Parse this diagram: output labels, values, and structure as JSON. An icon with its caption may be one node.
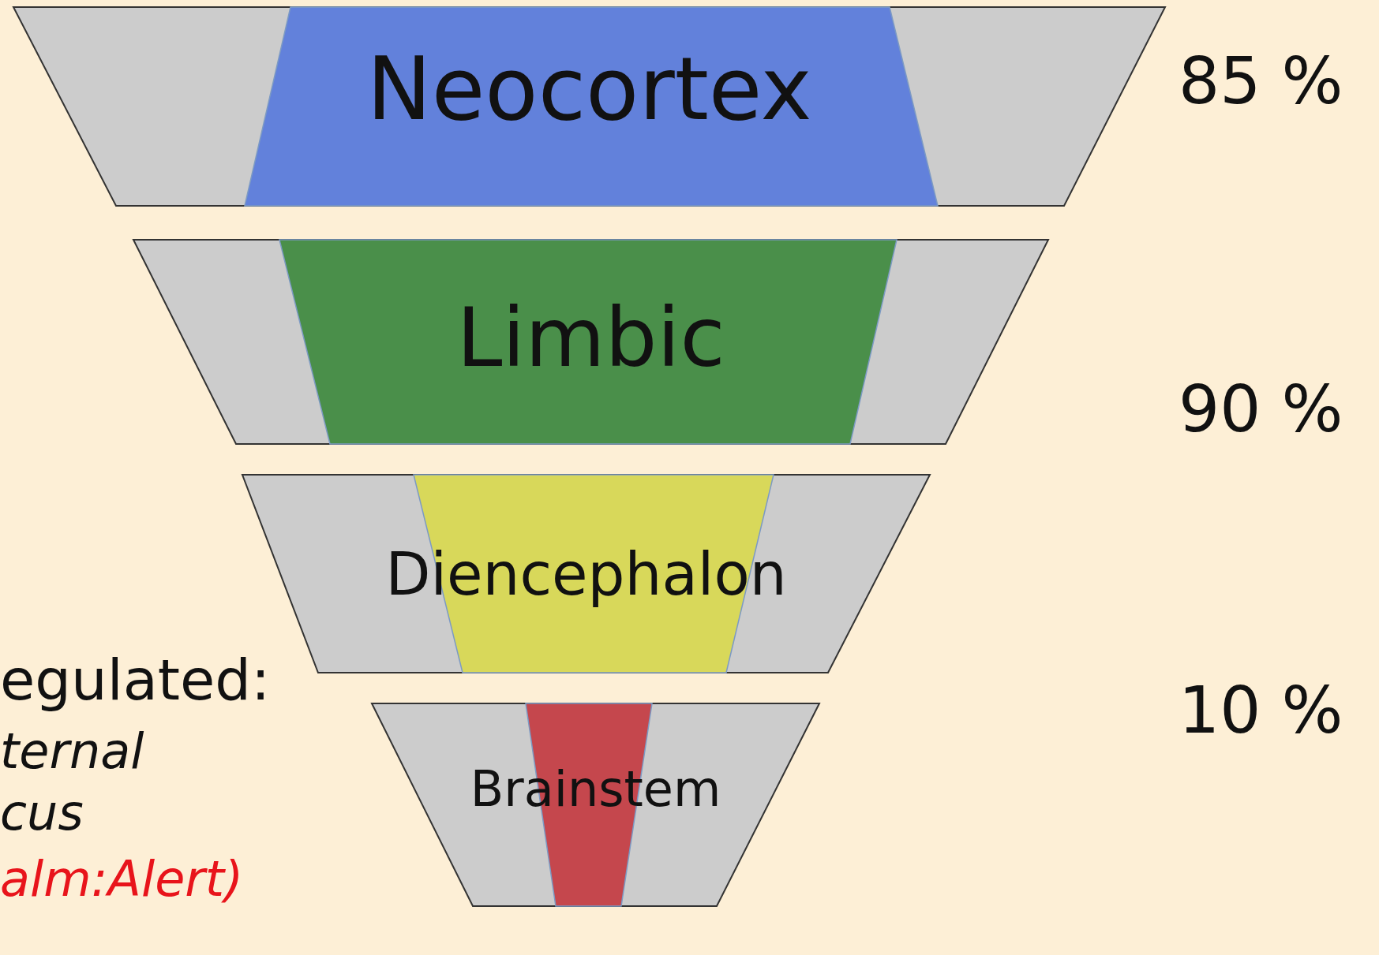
{
  "diagram": {
    "nodes": [
      {
        "text": [
          "Neocortex"
        ]
      },
      {
        "text": [
          "Limbic"
        ]
      },
      {
        "text": [
          "Diencephalon"
        ]
      },
      {
        "text": [
          "Brainstem"
        ]
      }
    ],
    "labels": [
      "85 %",
      "90 %",
      "10 %",
      "egulated:",
      "ternal",
      "cus",
      "alm:Alert)"
    ]
  }
}
